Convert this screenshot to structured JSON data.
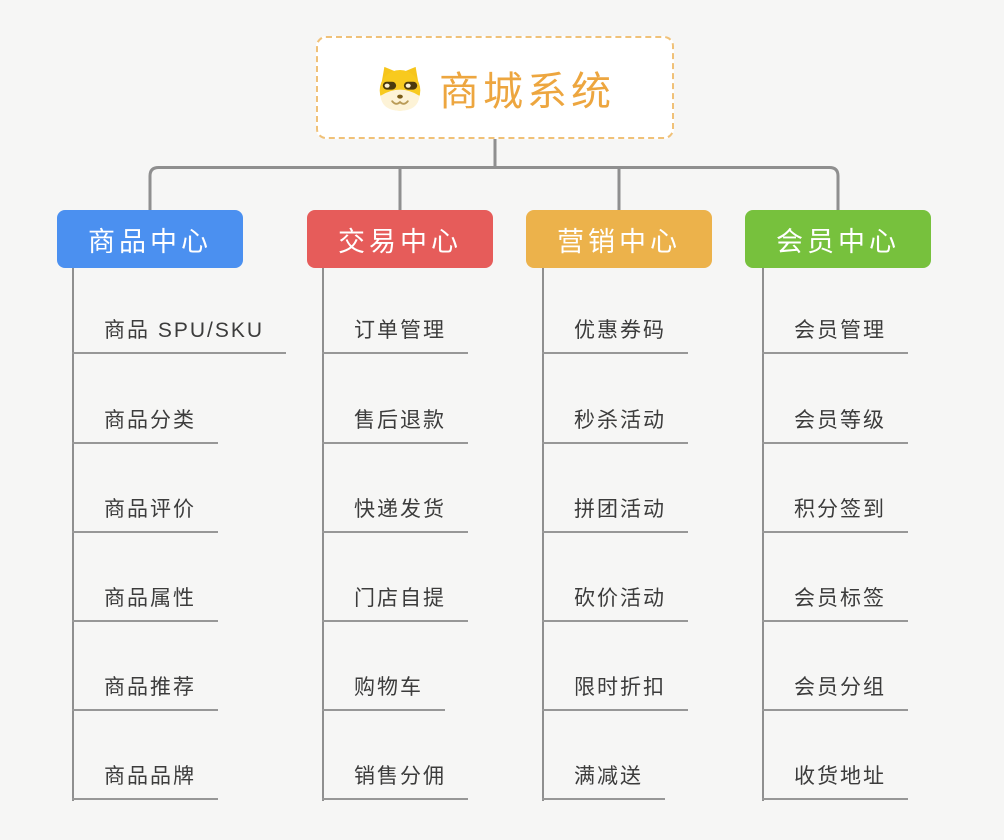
{
  "root": {
    "title": "商城系统",
    "icon": "shiba-dog-icon"
  },
  "branches": [
    {
      "label": "商品中心",
      "color": "#4b90f0",
      "children": [
        "商品 SPU/SKU",
        "商品分类",
        "商品评价",
        "商品属性",
        "商品推荐",
        "商品品牌"
      ]
    },
    {
      "label": "交易中心",
      "color": "#e65c5a",
      "children": [
        "订单管理",
        "售后退款",
        "快递发货",
        "门店自提",
        "购物车",
        "销售分佣"
      ]
    },
    {
      "label": "营销中心",
      "color": "#ecb24b",
      "children": [
        "优惠券码",
        "秒杀活动",
        "拼团活动",
        "砍价活动",
        "限时折扣",
        "满减送"
      ]
    },
    {
      "label": "会员中心",
      "color": "#77c13d",
      "children": [
        "会员管理",
        "会员等级",
        "积分签到",
        "会员标签",
        "会员分组",
        "收货地址"
      ]
    }
  ],
  "colors": {
    "background": "#f6f6f5",
    "connector": "#8f8f8f",
    "underline": "#979797",
    "root_border": "#f0c178",
    "root_title_text": "#eda63f",
    "leaf_text": "#3c3c3c",
    "branch_text": "#ffffff"
  }
}
